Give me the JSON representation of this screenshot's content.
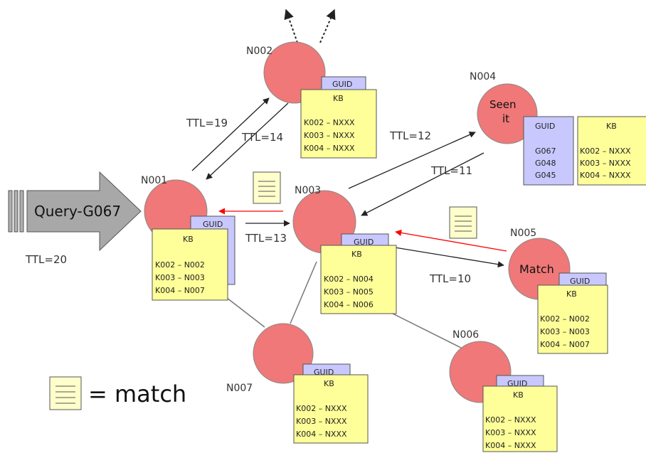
{
  "query": {
    "label": "Query-G067",
    "ttl": "TTL=20"
  },
  "nodes": {
    "n001": {
      "name": "N001"
    },
    "n002": {
      "name": "N002"
    },
    "n003": {
      "name": "N003"
    },
    "n004": {
      "name": "N004",
      "status_line1": "Seen",
      "status_line2": "it"
    },
    "n005": {
      "name": "N005",
      "status": "Match"
    },
    "n006": {
      "name": "N006"
    },
    "n007": {
      "name": "N007"
    }
  },
  "guid_label": "GUID",
  "kb_label": "KB",
  "kb": {
    "n001": [
      "K002 – N002",
      "K003 – N003",
      "K004 – N007"
    ],
    "n002": [
      "K002 – NXXX",
      "K003 – NXXX",
      "K004 – NXXX"
    ],
    "n003": [
      "K002 – N004",
      "K003 – N005",
      "K004 – N006"
    ],
    "n004": [
      "K002 – NXXX",
      "K003 – NXXX",
      "K004 – NXXX"
    ],
    "n005": [
      "K002 – N002",
      "K003 – N003",
      "K004 – N007"
    ],
    "n006": [
      "K002 – NXXX",
      "K003 – NXXX",
      "K004 – NXXX"
    ],
    "n007": [
      "K002 – NXXX",
      "K003 – NXXX",
      "K004 – NXXX"
    ]
  },
  "guid_list_n004": [
    "G067",
    "G048",
    "G045"
  ],
  "ttl_labels": {
    "n001_to_n002": "TTL=19",
    "n002_to_n001": "TTL=14",
    "n001_to_n003": "TTL=13",
    "n003_to_n004": "TTL=12",
    "n004_to_n003": "TTL=11",
    "n003_to_n005": "TTL=10"
  },
  "legend": {
    "text": "= match"
  },
  "colors": {
    "node_fill": "#f07878",
    "kb_fill": "#ffff99",
    "guid_fill": "#c8c8ff",
    "match_arrow": "#ff0000",
    "query_arrow": "#a8a8a8"
  }
}
